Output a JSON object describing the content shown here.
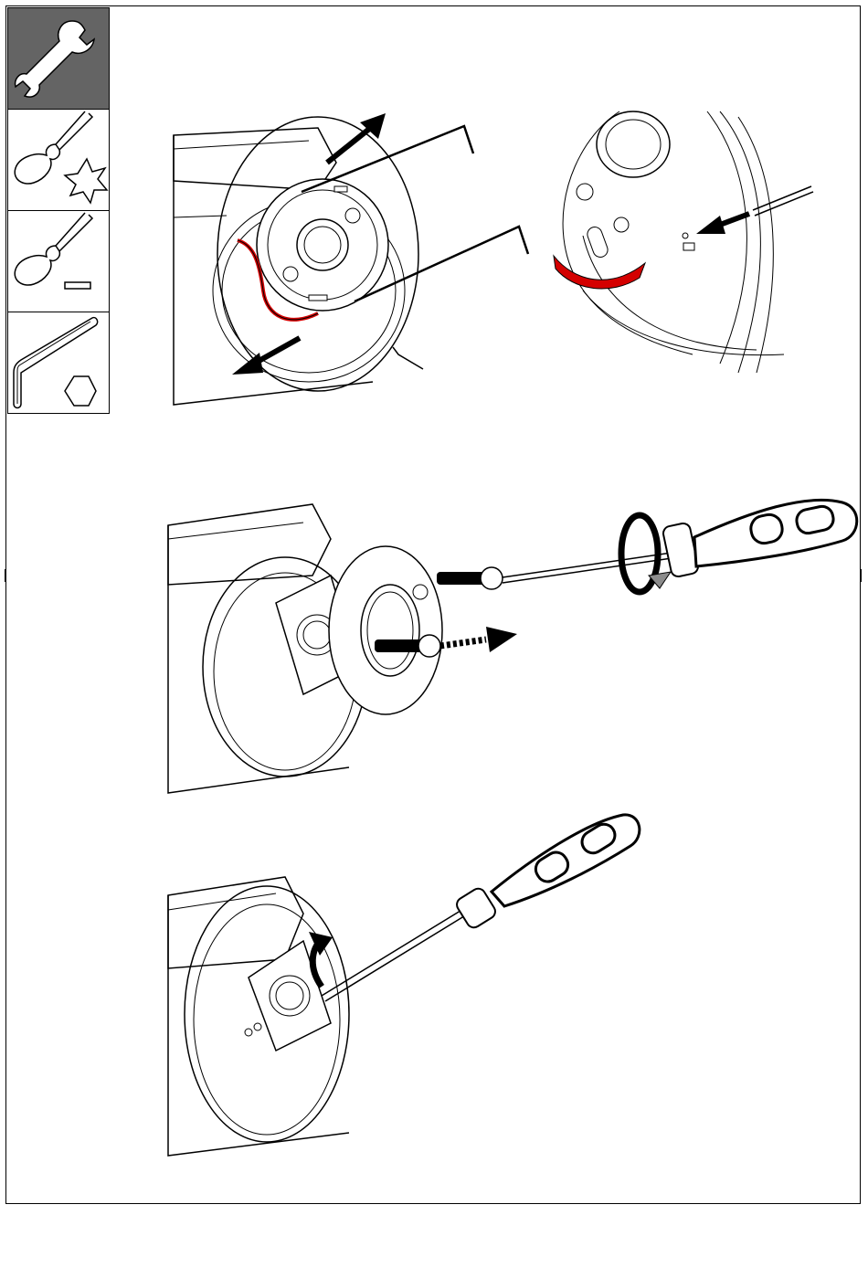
{
  "tools": [
    {
      "id": "wrench",
      "icon": "wrench-icon",
      "active": true
    },
    {
      "id": "torx-screwdriver",
      "icon": "torx-screwdriver-icon",
      "active": false
    },
    {
      "id": "flat-screwdriver",
      "icon": "flat-screwdriver-icon",
      "active": false
    },
    {
      "id": "hex-key",
      "icon": "hex-key-icon",
      "active": false
    }
  ],
  "steps": [
    {
      "id": "step-remove-housing",
      "icon": "hex-key-removal-illustration"
    },
    {
      "id": "step-cable-detail",
      "icon": "cable-detail-illustration"
    },
    {
      "id": "step-unscrew-ring",
      "icon": "screwdriver-unscrew-illustration"
    },
    {
      "id": "step-pry-plate",
      "icon": "screwdriver-pry-illustration"
    }
  ],
  "colors": {
    "cable": "#d40000",
    "tool_active_bg": "#646464",
    "line": "#000000"
  }
}
